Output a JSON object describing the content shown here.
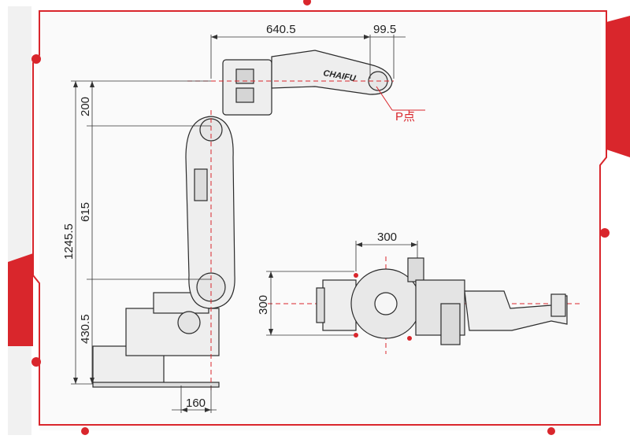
{
  "frame": {
    "accent": "#d9262c",
    "background": "#ffffff",
    "panel": "#f6f6f6"
  },
  "robot": {
    "brand": "CHAIFU"
  },
  "dimensions": {
    "top_reach": "640.5",
    "wrist_offset": "99.5",
    "upper_arm": "200",
    "forearm": "615",
    "total_height": "1245.5",
    "base_height": "430.5",
    "base_offset": "160",
    "top_view_width": "300",
    "top_view_height": "300"
  },
  "labels": {
    "p_point": "P点"
  },
  "icons": {
    "corner_marker": "red-dot-marker"
  }
}
